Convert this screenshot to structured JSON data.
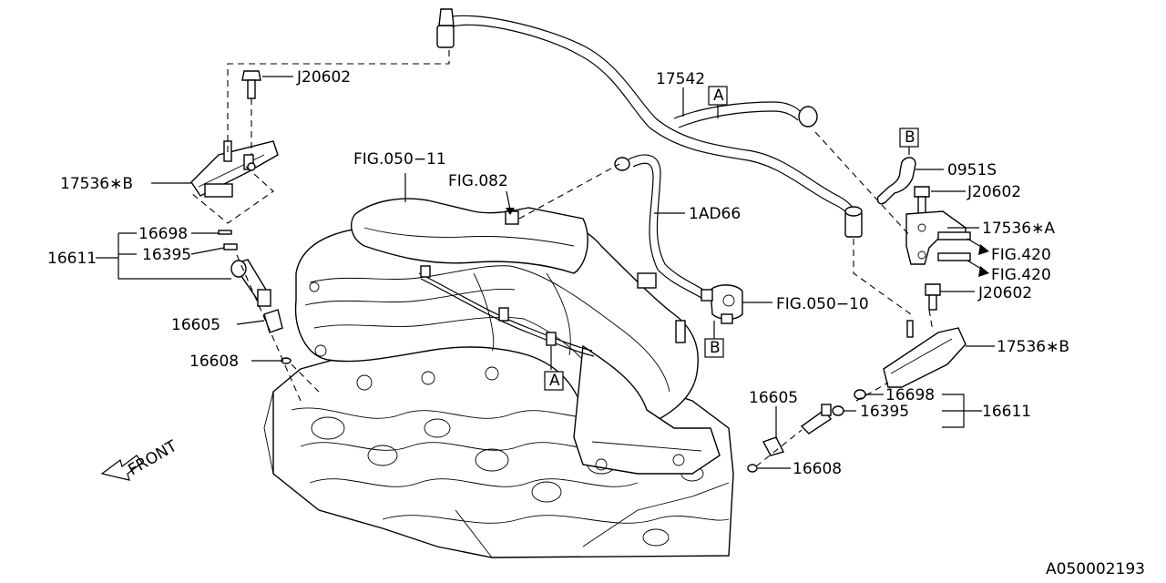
{
  "labels": {
    "j20602_top": "J20602",
    "p17542": "17542",
    "ref_a_top": "A",
    "ref_b_top": "B",
    "p0951s": "0951S",
    "j20602_right": "J20602",
    "p17536a": "17536∗A",
    "fig420_1": "FIG.420",
    "fig420_2": "FIG.420",
    "j20602_mid": "J20602",
    "p17536b_right": "17536∗B",
    "fig050_11": "FIG.050−11",
    "fig082": "FIG.082",
    "p1ad66": "1AD66",
    "fig050_10": "FIG.050−10",
    "ref_b_mid": "B",
    "ref_a_mid": "A",
    "p17536b_left": "17536∗B",
    "p16698_left": "16698",
    "p16395_left": "16395",
    "p16611_left": "16611",
    "p16605_left": "16605",
    "p16608_left": "16608",
    "p16605_right": "16605",
    "p16698_right": "16698",
    "p16395_right": "16395",
    "p16611_right": "16611",
    "p16608_right": "16608",
    "front": "FRONT",
    "diagram_code": "A050002193"
  },
  "icons": {
    "front_arrow": "front-arrow-icon"
  }
}
